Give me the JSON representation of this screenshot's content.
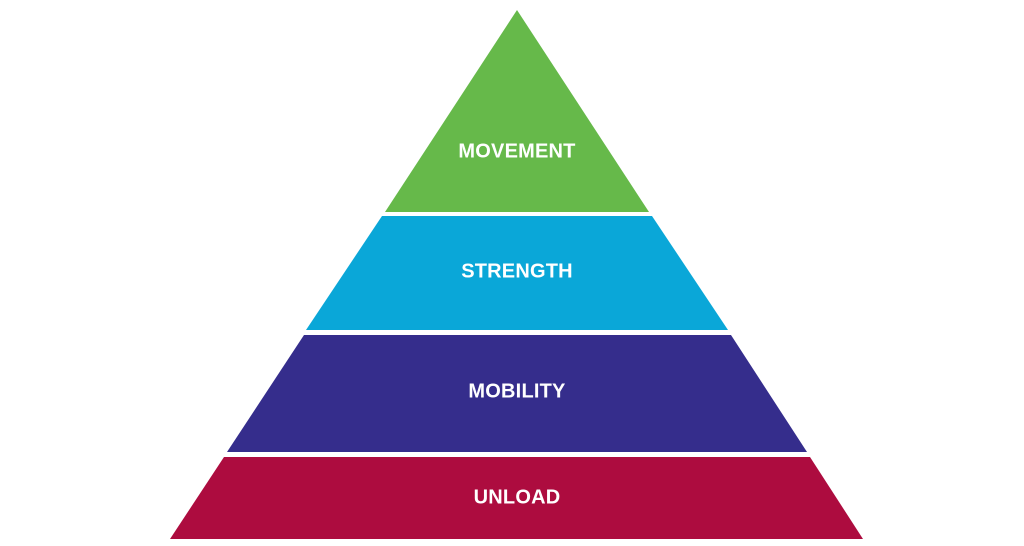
{
  "pyramid": {
    "tiers": [
      {
        "label": "MOVEMENT",
        "color": "#66b94a"
      },
      {
        "label": "STRENGTH",
        "color": "#0aa7d8"
      },
      {
        "label": "MOBILITY",
        "color": "#352d8c"
      },
      {
        "label": "UNLOAD",
        "color": "#ad0c3f"
      }
    ]
  }
}
